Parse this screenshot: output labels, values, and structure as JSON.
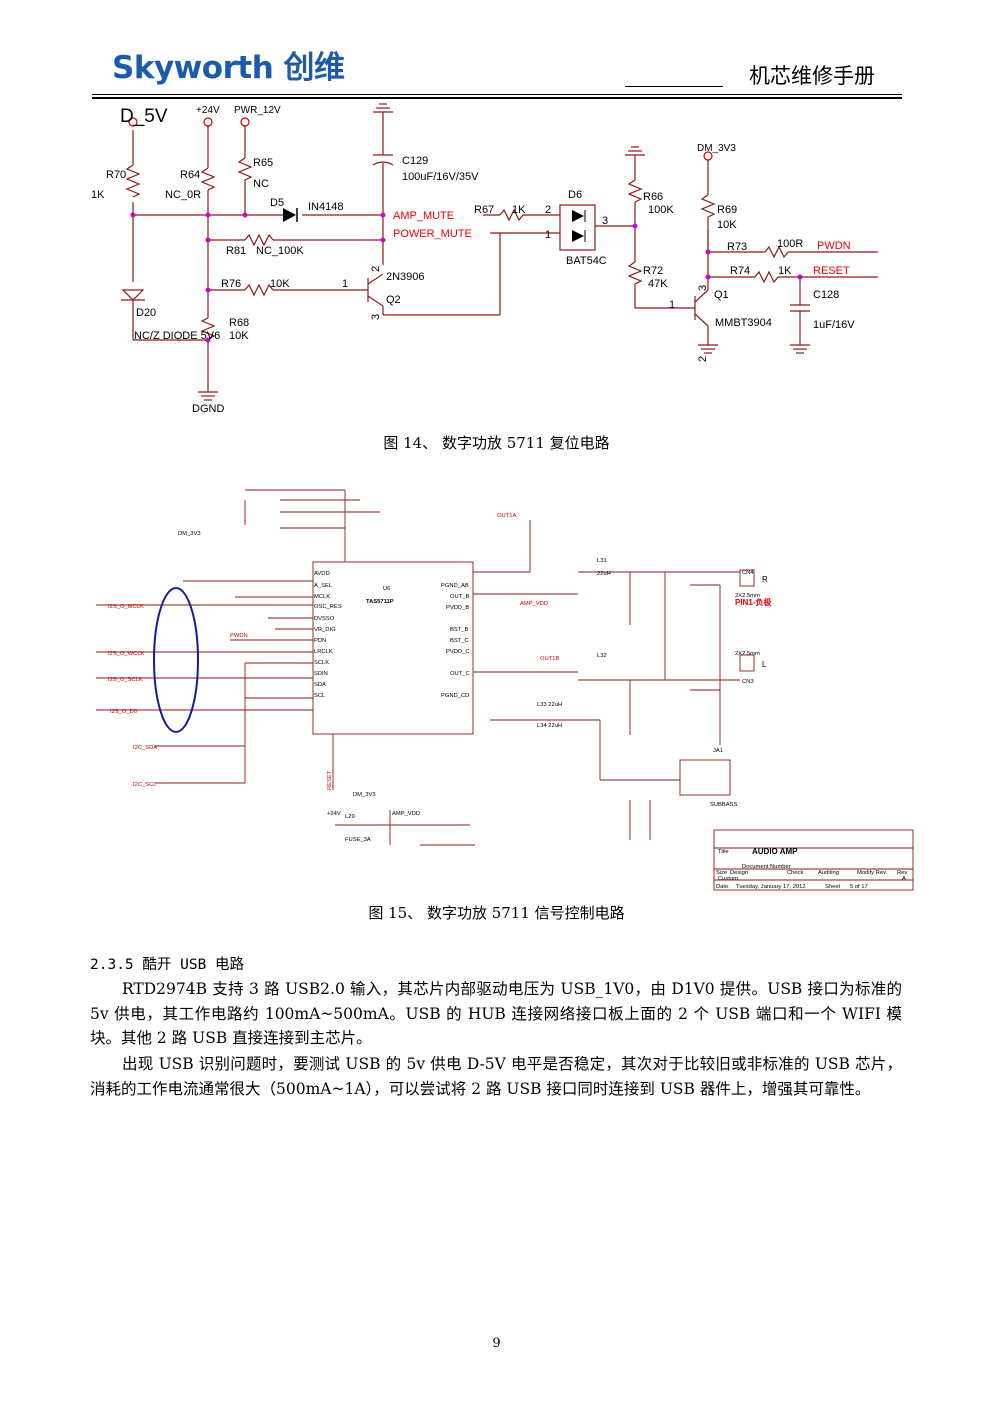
{
  "header": {
    "logo_text": "Skyworth 创维",
    "title": "机芯维修手册",
    "brand_color": "#1d5aa8"
  },
  "figure14": {
    "caption": "图 14、  数字功放 5711 复位电路",
    "labels": {
      "d5v": "D_5V",
      "p24": "+24V",
      "pwr12": "PWR_12V",
      "r70": "R70",
      "r70v": "1K",
      "r64": "R64",
      "r64v": "NC_0R",
      "r65": "R65",
      "r65v": "NC",
      "d5": "D5",
      "d5v_part": "IN4148",
      "c129": "C129",
      "c129v": "100uF/16V/35V",
      "ampmute": "AMP_MUTE",
      "pwrmute": "POWER_MUTE",
      "r67": "R67",
      "r67v": "1K",
      "d6": "D6",
      "bat": "BAT54C",
      "n2": "2",
      "n1": "1",
      "n3": "3",
      "r66": "R66",
      "r66v": "100K",
      "dm3v3": "DM_3V3",
      "r69": "R69",
      "r69v": "10K",
      "r73": "R73",
      "r73v": "100R",
      "pwdn": "PWDN",
      "r74": "R74",
      "r74v": "1K",
      "reset": "RESET",
      "r72": "R72",
      "r72v": "47K",
      "q1": "Q1",
      "c128": "C128",
      "c128v": "1uF/16V",
      "mmbt": "MMBT3904",
      "r81": "R81",
      "r81v": "NC_100K",
      "n2b": "2",
      "q2part": "2N3906",
      "r76": "R76",
      "r76v": "10K",
      "n1b": "1",
      "q2": "Q2",
      "n3b": "3",
      "d20": "D20",
      "ncz": "NC/Z DIODE 5V6",
      "r68": "R68",
      "r68v": "10K",
      "dgnd": "DGND",
      "n3c": "3",
      "n1c": "1",
      "n2c": "2"
    }
  },
  "figure15": {
    "caption": "图 15、  数字功放 5711 信号控制电路",
    "labels": {
      "chip": "TAS5711P",
      "u6": "U6",
      "i2s_mclk": "I2S_O_MCLK",
      "i2s_wclk": "I2S_O_WCLK",
      "i2s_sclk": "I2S_O_SCLK",
      "i2s_d0": "I2S_O_D0",
      "i2c_sda": "I2C_SDA",
      "i2c_scl": "I2C_SCL",
      "avdd": "AVDD",
      "asel": "A_SEL",
      "mclk": "MCLK",
      "oscres": "OSC_RES",
      "dvsso": "DVSSO",
      "vrdig": "VR_DIG",
      "pdn": "PDN",
      "lrclk": "LRCLK",
      "sclk": "SCLK",
      "sdin": "SDIN",
      "sda": "SDA",
      "scl": "SCL",
      "pgnd_ab": "PGND_AB",
      "out_b": "OUT_B",
      "pvdd_b": "PVDD_B",
      "bst_b": "BST_B",
      "bst_c": "BST_C",
      "pvdd_c": "PVDD_C",
      "out_c": "OUT_C",
      "pgnd_cd": "PGND_CD",
      "outa": "OUT1A",
      "outb": "OUT1B",
      "ampvdd": "AMP_VDD",
      "l31": "L31",
      "l32": "L32",
      "l31v": "22uH",
      "l33": "L33 22uH",
      "l34": "L34 22uH",
      "cn4": "CN4",
      "cn3": "CN3",
      "r": "R",
      "l": "L",
      "pin1": "PIN1-负极",
      "conn": "2X2.5mm",
      "conn2": "2X2.5mm",
      "dm3v3": "DM_3V3",
      "pwdn": "PWDN",
      "reset": "RESET",
      "p24": "+24V",
      "l29": "L29",
      "fuse": "FUSE_3A",
      "ampvdd2": "AMP_VDD",
      "ja1": "JA1",
      "subbass": "SUBBASS",
      "tb_title": "Title",
      "tb_name": "AUDIO AMP",
      "tb_size": "Size",
      "tb_design": "Design",
      "tb_custom": "Custom",
      "tb_check": "Check",
      "tb_auditing": "Auditing",
      "tb_modify": "Modify Rev",
      "tb_rev": "Rev",
      "tb_reva": "A",
      "tb_docnum": "Document Number",
      "tb_date": "Date:",
      "tb_datev": "Tuesday, January 17, 2012",
      "tb_sheet": "Sheet",
      "tb_sheetv": "5 of 17"
    }
  },
  "section": {
    "heading": "2.3.5 酷开 USB 电路",
    "p1": "RTD2974B 支持 3 路 USB2.0 输入，其芯片内部驱动电压为 USB_1V0，由 D1V0 提供。USB 接口为标准的 5v 供电，其工作电路约 100mA~500mA。USB  的 HUB 连接网络接口板上面的 2 个 USB 端口和一个 WIFI 模块。其他 2 路 USB 直接连接到主芯片。",
    "p2": "出现 USB 识别问题时，要测试 USB 的 5v 供电 D-5V 电平是否稳定，其次对于比较旧或非标准的 USB 芯片，消耗的工作电流通常很大（500mA~1A），可以尝试将 2 路 USB 接口同时连接到 USB 器件上，增强其可靠性。"
  },
  "page_number": "9"
}
